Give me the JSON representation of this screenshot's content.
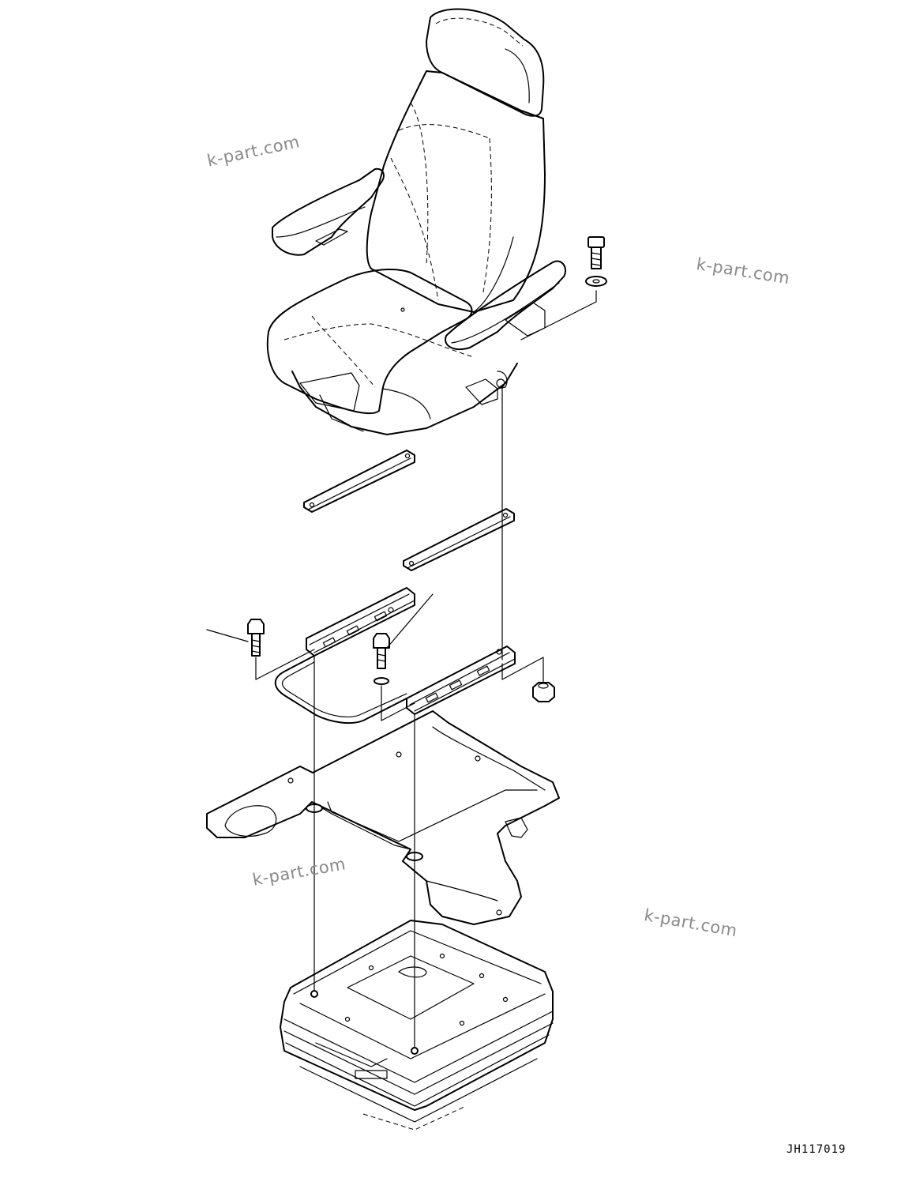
{
  "watermarks": [
    "k-part.com",
    "k-part.com",
    "k-part.com",
    "k-part.com"
  ],
  "drawing_id": "JH117019"
}
